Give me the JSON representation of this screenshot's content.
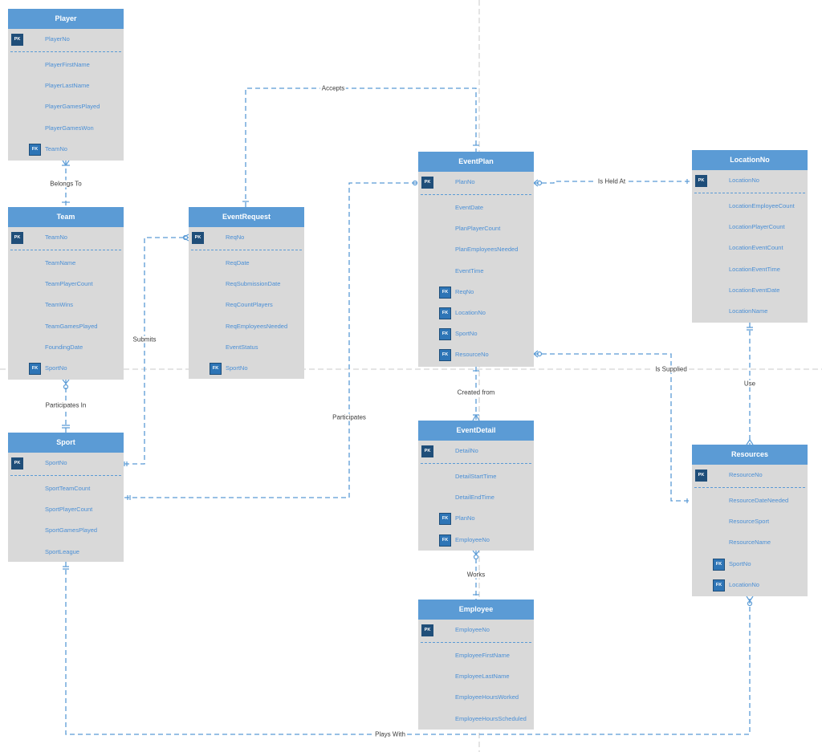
{
  "entities": {
    "player": {
      "title": "Player",
      "pk": "PlayerNo",
      "fields": [
        {
          "label": "PlayerFirstName"
        },
        {
          "label": "PlayerLastName"
        },
        {
          "label": "PlayerGamesPlayed"
        },
        {
          "label": "PlayerGamesWon"
        },
        {
          "label": "TeamNo",
          "fk": true
        }
      ]
    },
    "team": {
      "title": "Team",
      "pk": "TeamNo",
      "fields": [
        {
          "label": "TeamName"
        },
        {
          "label": "TeamPlayerCount"
        },
        {
          "label": "TeamWins"
        },
        {
          "label": "TeamGamesPlayed"
        },
        {
          "label": "FoundingDate"
        },
        {
          "label": "SportNo",
          "fk": true
        }
      ]
    },
    "sport": {
      "title": "Sport",
      "pk": "SportNo",
      "fields": [
        {
          "label": "SportTeamCount"
        },
        {
          "label": "SportPlayerCount"
        },
        {
          "label": "SportGamesPlayed"
        },
        {
          "label": "SportLeague"
        }
      ]
    },
    "eventrequest": {
      "title": "EventRequest",
      "pk": "ReqNo",
      "fields": [
        {
          "label": "ReqDate"
        },
        {
          "label": "ReqSubmissionDate"
        },
        {
          "label": "ReqCountPlayers"
        },
        {
          "label": "ReqEmployeesNeeded"
        },
        {
          "label": "EventStatus"
        },
        {
          "label": "SportNo",
          "fk": true
        }
      ]
    },
    "eventplan": {
      "title": "EventPlan",
      "pk": "PlanNo",
      "fields": [
        {
          "label": "EventDate"
        },
        {
          "label": "PlanPlayerCount"
        },
        {
          "label": "PlanEmployeesNeeded"
        },
        {
          "label": "EventTime"
        },
        {
          "label": "ReqNo",
          "fk": true
        },
        {
          "label": "LocationNo",
          "fk": true
        },
        {
          "label": "SportNo",
          "fk": true
        },
        {
          "label": "ResourceNo",
          "fk": true
        }
      ]
    },
    "locationno": {
      "title": "LocationNo",
      "pk": "LocationNo",
      "fields": [
        {
          "label": "LocationEmployeeCount"
        },
        {
          "label": "LocationPlayerCount"
        },
        {
          "label": "LocationEventCount"
        },
        {
          "label": "LocationEventTime"
        },
        {
          "label": "LocationEventDate"
        },
        {
          "label": "LocationName"
        }
      ]
    },
    "eventdetail": {
      "title": "EventDetail",
      "pk": "DetailNo",
      "fields": [
        {
          "label": "DetailStartTime"
        },
        {
          "label": "DetailEndTime"
        },
        {
          "label": "PlanNo",
          "fk": true
        },
        {
          "label": "EmployeeNo",
          "fk": true
        }
      ]
    },
    "employee": {
      "title": "Employee",
      "pk": "EmployeeNo",
      "fields": [
        {
          "label": "EmployeeFirstName"
        },
        {
          "label": "EmployeeLastName"
        },
        {
          "label": "EmployeeHoursWorked"
        },
        {
          "label": "EmployeeHoursScheduled"
        }
      ]
    },
    "resources": {
      "title": "Resources",
      "pk": "ResourceNo",
      "fields": [
        {
          "label": "ResourceDateNeeded"
        },
        {
          "label": "ResourceSport"
        },
        {
          "label": "ResourceName"
        },
        {
          "label": "SportNo",
          "fk": true
        },
        {
          "label": "LocationNo",
          "fk": true
        }
      ]
    }
  },
  "key_labels": {
    "pk": "PK",
    "fk": "FK"
  },
  "relationships": {
    "belongs_to": "Belongs To",
    "participates_in": "Participates In",
    "submits": "Submits",
    "participates": "Participates",
    "accepts": "Accepts",
    "is_held_at": "Is Held At",
    "created_from": "Created from",
    "works": "Works",
    "is_supplied": "Is Supplied",
    "use": "Use",
    "plays_with": "Plays With"
  },
  "colors": {
    "header": "#5b9bd5",
    "body": "#d9d9d9",
    "field_text": "#4a8fd6",
    "connector": "#5b9bd5",
    "pk_badge": "#1f4e79",
    "fk_badge": "#2e75b6"
  }
}
